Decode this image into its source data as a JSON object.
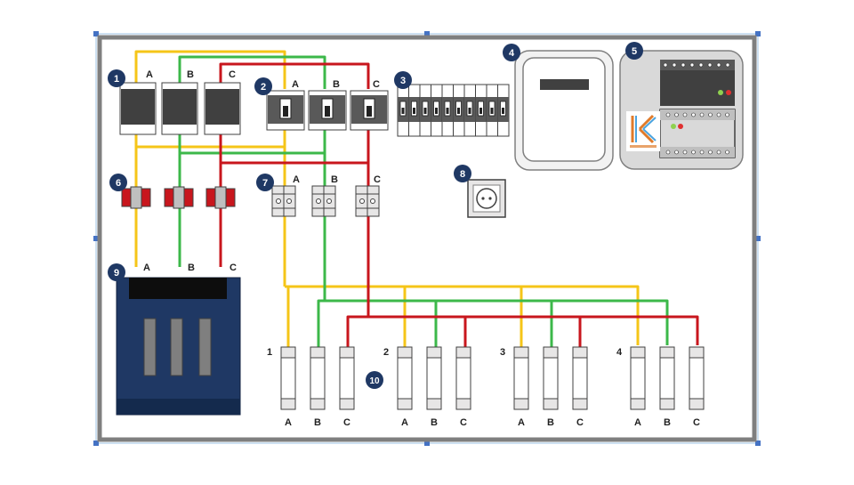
{
  "colors": {
    "phase_a": "#f5c518",
    "phase_b": "#3cb84a",
    "phase_c": "#c8161d",
    "frame": "#7f7f7f",
    "badge": "#1f3864",
    "transformer": "#1f3864",
    "handle": "#6fa8dc"
  },
  "badges": [
    "1",
    "2",
    "3",
    "4",
    "5",
    "6",
    "7",
    "8",
    "9",
    "10"
  ],
  "phase_labels": {
    "breakers_1": [
      "A",
      "B",
      "C"
    ],
    "breakers_2": [
      "A",
      "B",
      "C"
    ],
    "fuses_7": [
      "A",
      "B",
      "C"
    ],
    "transformer_9": [
      "A",
      "B",
      "C"
    ]
  },
  "outlet_groups": [
    {
      "number": "1",
      "labels": [
        "A",
        "B",
        "C"
      ]
    },
    {
      "number": "2",
      "labels": [
        "A",
        "B",
        "C"
      ]
    },
    {
      "number": "3",
      "labels": [
        "A",
        "B",
        "C"
      ]
    },
    {
      "number": "4",
      "labels": [
        "A",
        "B",
        "C"
      ]
    }
  ],
  "icons": {
    "logo": "kk-logo-icon",
    "socket": "wall-socket-icon"
  }
}
